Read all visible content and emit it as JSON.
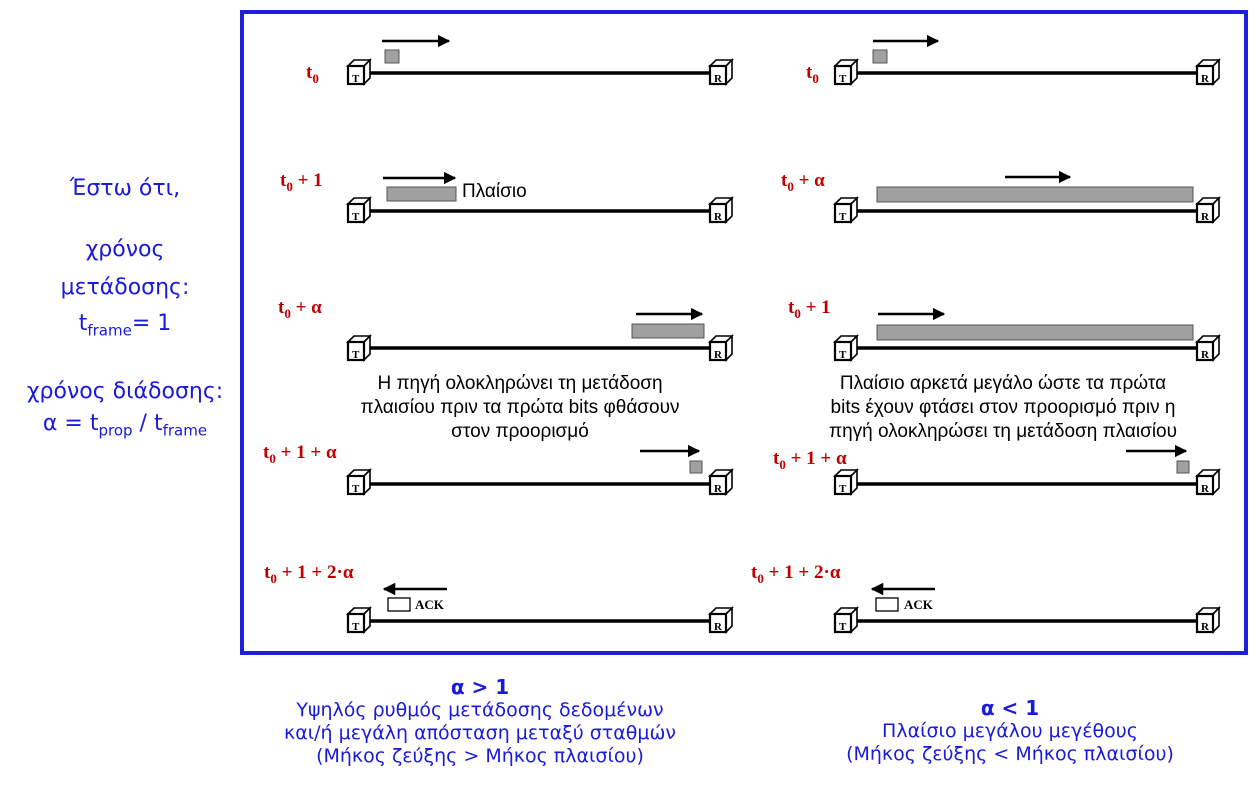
{
  "side": {
    "line1": "Έστω ότι,",
    "line2": "χρόνος",
    "line3": "μετάδοσης:",
    "tframe_t": "t",
    "tframe_sub": "frame",
    "tframe_val": "= 1",
    "line5": "χρόνος διάδοσης:",
    "a_lhs": "α = t",
    "a_sub1": "prop",
    "a_mid": " / t",
    "a_sub2": "frame"
  },
  "labels": {
    "left": {
      "r1_t": "t",
      "r1_sub": "0",
      "r2_t": "t",
      "r2_sub": "0",
      "r2_rest": " + 1",
      "r3_t": "t",
      "r3_sub": "0",
      "r3_rest": " + α",
      "r4_t": "t",
      "r4_sub": "0",
      "r4_rest": " + 1 + α",
      "r5_t": "t",
      "r5_sub": "0",
      "r5_rest": " + 1 + 2·α"
    },
    "right": {
      "r1_t": "t",
      "r1_sub": "0",
      "r2_t": "t",
      "r2_sub": "0",
      "r2_rest": " + α",
      "r3_t": "t",
      "r3_sub": "0",
      "r3_rest": " + 1",
      "r4_t": "t",
      "r4_sub": "0",
      "r4_rest": " + 1 + α",
      "r5_t": "t",
      "r5_sub": "0",
      "r5_rest": " + 1 + 2·α"
    }
  },
  "station_t": "T",
  "station_r": "R",
  "frame_label": "Πλαίσιο",
  "ack_label": "ACK",
  "left_note": [
    "Η πηγή ολοκληρώνει τη μετάδοση",
    "πλαισίου πριν τα πρώτα bits φθάσουν",
    "στον προορισμό"
  ],
  "right_note": [
    "Πλαίσιο αρκετά μεγάλο ώστε τα πρώτα",
    "bits έχουν φτάσει στον προορισμό πριν η",
    "πηγή ολοκληρώσει τη μετάδοση πλαισίου"
  ],
  "caption_left": {
    "head": "α > 1",
    "lines": [
      "Υψηλός ρυθμός μετάδοσης δεδομένων",
      "και/ή μεγάλη απόσταση μεταξύ σταθμών",
      "(Μήκος ζεύξης > Μήκος πλαισίου)"
    ]
  },
  "caption_right": {
    "head": "α < 1",
    "lines": [
      "Πλαίσιο μεγάλου μεγέθους",
      "(Μήκος ζεύξης < Μήκος πλαισίου)"
    ]
  },
  "colors": {
    "accent_blue": "#1a1adc",
    "time_red": "#c00000",
    "frame_gray": "#a0a0a0"
  }
}
